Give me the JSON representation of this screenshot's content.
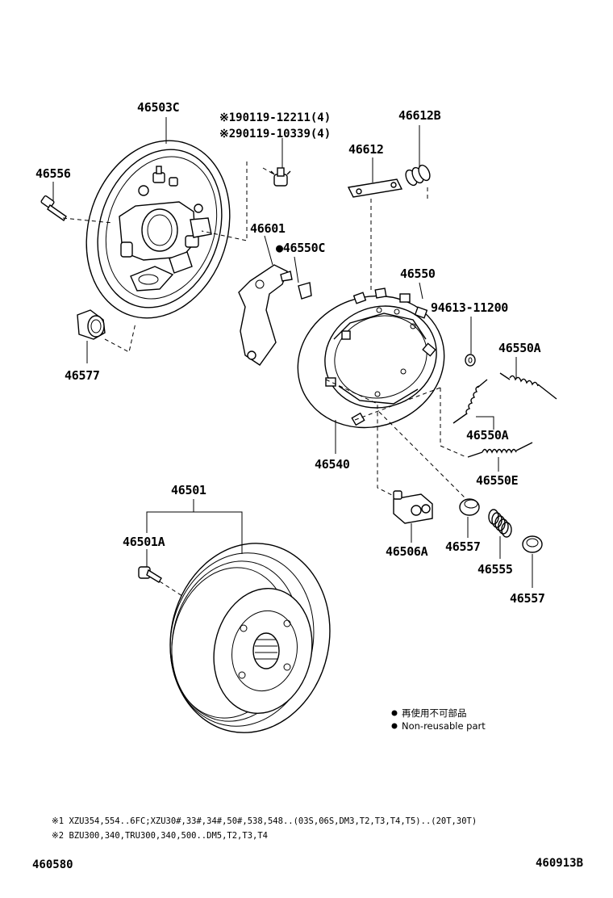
{
  "labels": {
    "p46503C": "46503C",
    "p90119_1": "※190119-12211(4)",
    "p90119_2": "※290119-10339(4)",
    "p46612B": "46612B",
    "p46612": "46612",
    "p46556": "46556",
    "p46601": "46601",
    "p46550C": "●46550C",
    "p46550": "46550",
    "p94613": "94613-11200",
    "p46550A_1": "46550A",
    "p46577": "46577",
    "p46550A_2": "46550A",
    "p46540": "46540",
    "p46550E": "46550E",
    "p46501": "46501",
    "p46501A": "46501A",
    "p46557_1": "46557",
    "p46555": "46555",
    "p46506A": "46506A",
    "p46557_2": "46557"
  },
  "legend": {
    "japanese": "再使用不可部品",
    "english": "Non-reusable part"
  },
  "notes": {
    "note1": "※1 XZU354,554..6FC;XZU30#,33#,34#,50#,538,548..(03S,06S,DM3,T2,T3,T4,T5)..(20T,30T)",
    "note2": "※2 BZU300,340,TRU300,340,500..DM5,T2,T3,T4"
  },
  "codes": {
    "left": "460580",
    "right": "460913B"
  }
}
